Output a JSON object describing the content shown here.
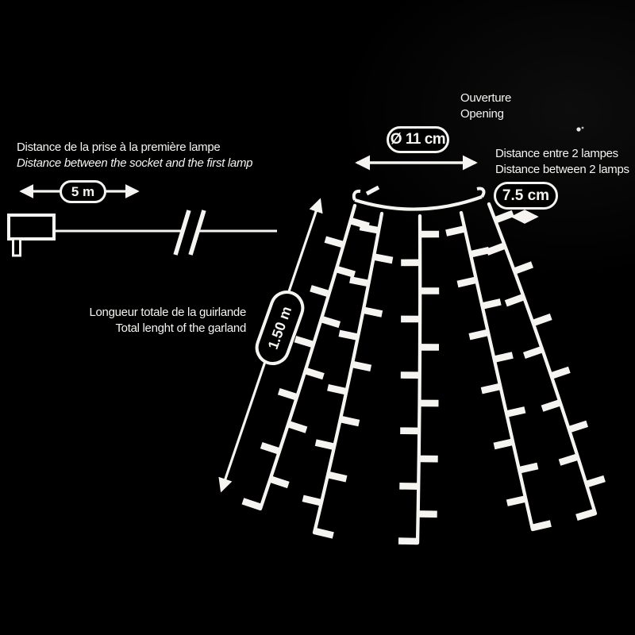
{
  "colors": {
    "background": "#000000",
    "ink": "#f5f4f0"
  },
  "annotations": {
    "socket_distance": {
      "label_fr": "Distance de la prise à la première lampe",
      "label_en": "Distance between the socket and the first lamp",
      "value": "5 m"
    },
    "opening": {
      "label_fr": "Ouverture",
      "label_en": "Opening",
      "value": "Ø 11 cm"
    },
    "lamp_spacing": {
      "label_fr": "Distance entre 2 lampes",
      "label_en": "Distance between 2 lamps",
      "value": "7.5 cm"
    },
    "total_length": {
      "label_fr": "Longueur totale de la guirlande",
      "label_en": "Total lenght of the garland",
      "value": "1.50 m"
    }
  },
  "figure": {
    "strand_count": 5,
    "lamps_per_strand": 12
  }
}
